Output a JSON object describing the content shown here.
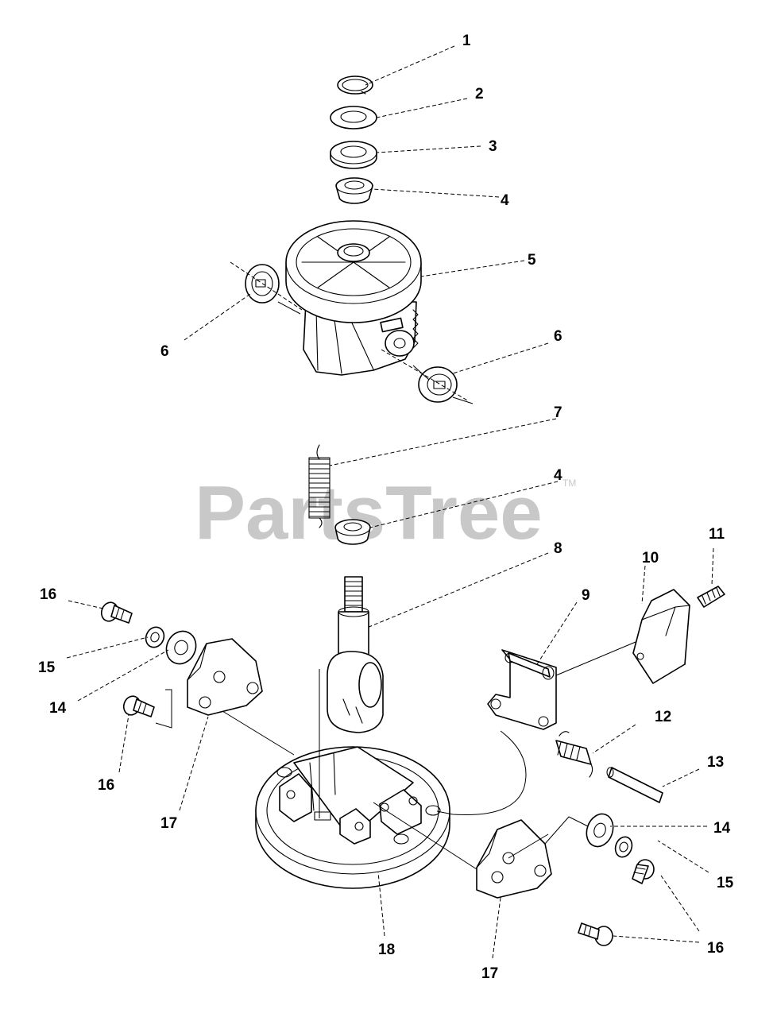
{
  "watermark": {
    "text": "PartsTree",
    "tm": "TM"
  },
  "callouts": {
    "c1": "1",
    "c2": "2",
    "c3": "3",
    "c4a": "4",
    "c5": "5",
    "c6a": "6",
    "c6b": "6",
    "c7": "7",
    "c4b": "4",
    "c8": "8",
    "c9": "9",
    "c10": "10",
    "c11": "11",
    "c12": "12",
    "c13": "13",
    "c14a": "14",
    "c14b": "14",
    "c15a": "15",
    "c15b": "15",
    "c16a": "16",
    "c16b": "16",
    "c16c": "16",
    "c17a": "17",
    "c17b": "17",
    "c18": "18"
  }
}
